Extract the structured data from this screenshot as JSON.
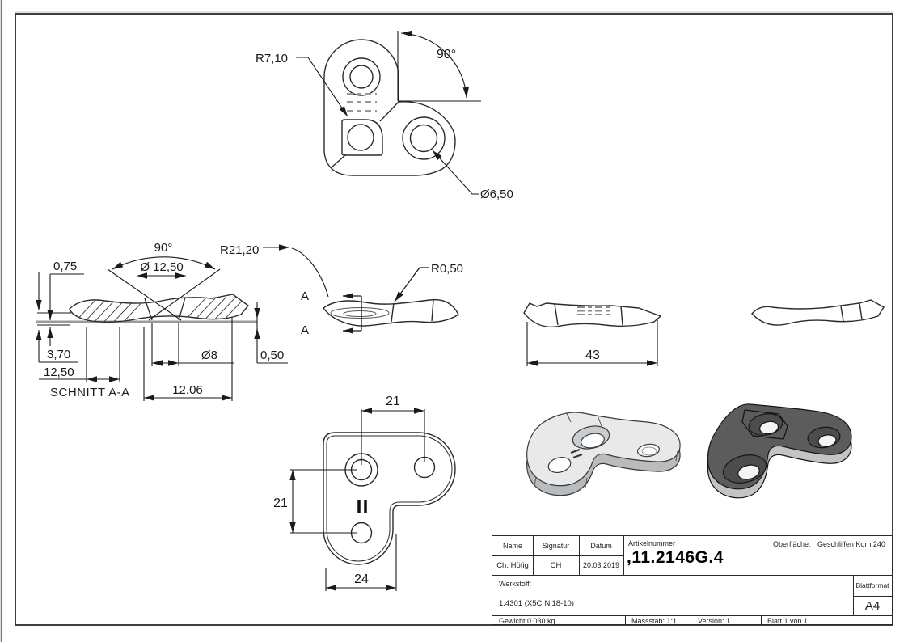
{
  "colors": {
    "line": "#2b2b2b",
    "dimension_line": "#1a1a1a",
    "datum_gray": "#9a9a9a",
    "dashed_gray": "#999999",
    "iso_model_light": "#e9e9e9",
    "iso_model_dark": "#5c5c5c"
  },
  "views": {
    "top": {
      "radius": "R7,10",
      "angle": "90°",
      "hole_dia": "Ø6,50"
    },
    "section": {
      "title": "SCHNITT A-A",
      "lip": "0,75",
      "cone_angle": "90°",
      "csk_dia": "Ø 12,50",
      "radius": "R21,20",
      "thickness": "3,70",
      "offset_left": "12,50",
      "hole_dia": "Ø8",
      "step": "0,50",
      "hole_pos": "12,06"
    },
    "side": {
      "cut_letter": "A",
      "edge_radius": "R0,50"
    },
    "front": {
      "length": "43"
    },
    "bottom": {
      "spacing_h": "21",
      "spacing_v": "21",
      "width": "24"
    }
  },
  "title_block": {
    "name_label": "Name",
    "name_value": "Ch. Höfig",
    "signature_label": "Signatur",
    "signature_value": "CH",
    "date_label": "Datum",
    "date_value": "20.03.2019",
    "article_label": "Artikelnummer",
    "article_value": ",11.2146G.4",
    "surface_label": "Oberfläche:",
    "surface_value": "Geschliffen Korn 240",
    "material_label": "Werkstoff:",
    "material_value": "1.4301 (X5CrNi18-10)",
    "weight": "Gewicht 0.030 kg",
    "scale": "Massstab: 1:1",
    "version": "Version: 1",
    "sheet": "Blatt 1 von 1",
    "format_label": "Blattformat",
    "format_value": "A4"
  }
}
